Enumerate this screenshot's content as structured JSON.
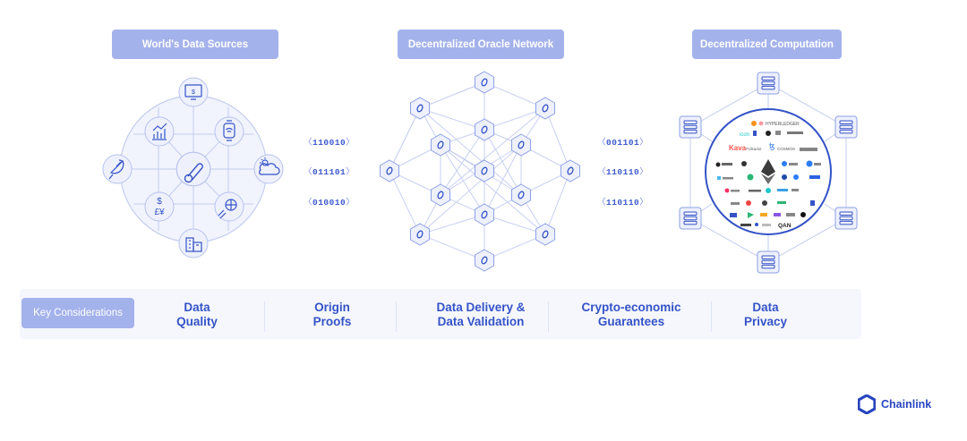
{
  "headers": {
    "sources": "World's Data Sources",
    "oracle": "Decentralized Oracle Network",
    "computation": "Decentralized Computation"
  },
  "bits_left": [
    "110010",
    "011101",
    "010010"
  ],
  "bits_right": [
    "001101",
    "110110",
    "110110"
  ],
  "key_label": "Key Considerations",
  "considerations": [
    {
      "line1": "Data",
      "line2": "Quality"
    },
    {
      "line1": "Origin",
      "line2": "Proofs"
    },
    {
      "line1": "Data Delivery &",
      "line2": "Data Validation"
    },
    {
      "line1": "Crypto-economic",
      "line2": "Guarantees"
    },
    {
      "line1": "Data",
      "line2": "Privacy"
    }
  ],
  "brand": "Chainlink",
  "logos": {
    "hyperledger": "HYPERLEDGER",
    "icon": "icon",
    "kava": "Kava",
    "polkadot": "Polkadot",
    "cosmos": "COSMOS",
    "qan": "QAN",
    "tezos": "tezos"
  },
  "colors": {
    "accent": "#3553c7",
    "pill": "#a4b2ec",
    "node_fill": "#eef1fc",
    "line": "#c3ccef"
  },
  "icons": [
    "monitor-icon",
    "chart-icon",
    "watch-icon",
    "satellite-icon",
    "thermometer-icon",
    "weather-icon",
    "currency-icon",
    "sports-icon",
    "building-icon"
  ]
}
